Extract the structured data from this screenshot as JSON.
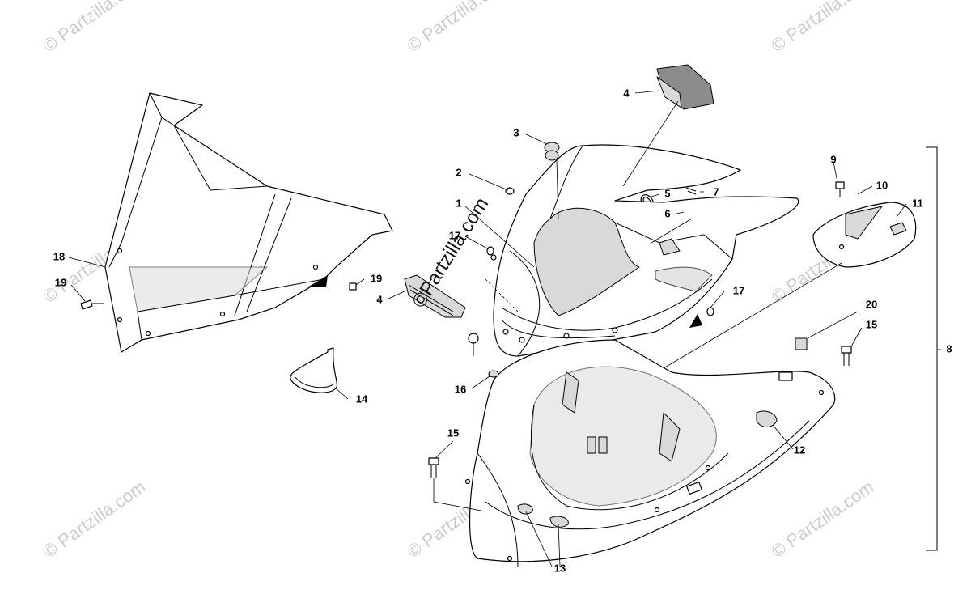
{
  "watermark": {
    "corner_text": "© Partzilla.com",
    "center_text": "©Partzilla.com"
  },
  "callouts": {
    "c1": "1",
    "c2": "2",
    "c3": "3",
    "c4a": "4",
    "c4b": "4",
    "c5": "5",
    "c6": "6",
    "c7": "7",
    "c8": "8",
    "c9": "9",
    "c10": "10",
    "c11": "11",
    "c12": "12",
    "c13": "13",
    "c14": "14",
    "c15a": "15",
    "c15b": "15",
    "c16": "16",
    "c17a": "17",
    "c17b": "17",
    "c18": "18",
    "c19a": "19",
    "c19b": "19",
    "c20": "20"
  },
  "colors": {
    "line": "#000000",
    "shade": "#d9d9d9",
    "watermark": "#cccccc"
  }
}
